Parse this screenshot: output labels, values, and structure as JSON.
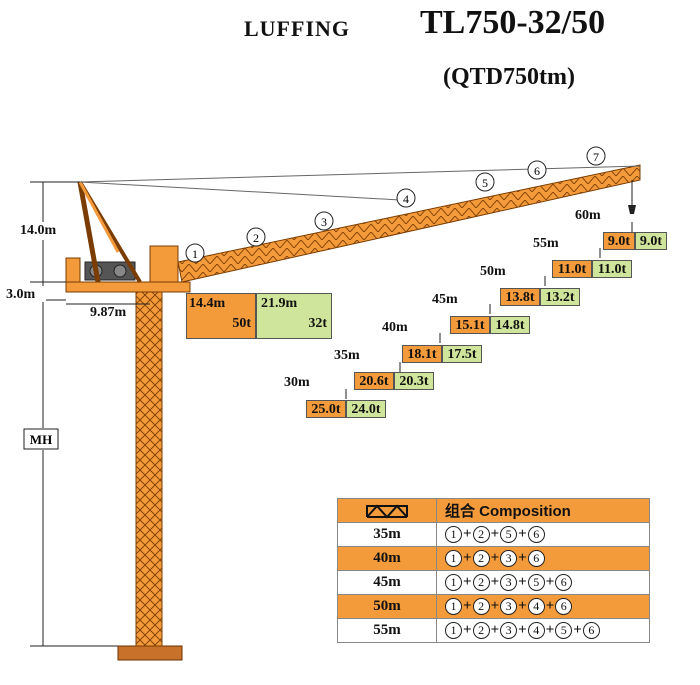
{
  "title": {
    "type": "LUFFING",
    "model": "TL750-32/50",
    "code": "(QTD750tm)"
  },
  "dimensions": {
    "top_height": "14.0m",
    "base_height": "3.0m",
    "counter_jib": "9.87m",
    "mast": "MH"
  },
  "jib_sections": [
    "1",
    "2",
    "3",
    "4",
    "5",
    "6",
    "7"
  ],
  "max_load": {
    "radius_a": "14.4m",
    "load_a": "50t",
    "radius_b": "21.9m",
    "load_b": "32t"
  },
  "load_chart": [
    {
      "radius": "60m",
      "load_a": "9.0t",
      "load_b": "9.0t"
    },
    {
      "radius": "55m",
      "load_a": "11.0t",
      "load_b": "11.0t"
    },
    {
      "radius": "50m",
      "load_a": "13.8t",
      "load_b": "13.2t"
    },
    {
      "radius": "45m",
      "load_a": "15.1t",
      "load_b": "14.8t"
    },
    {
      "radius": "40m",
      "load_a": "18.1t",
      "load_b": "17.5t"
    },
    {
      "radius": "35m",
      "load_a": "20.6t",
      "load_b": "20.3t"
    },
    {
      "radius": "30m",
      "load_a": "25.0t",
      "load_b": "24.0t"
    }
  ],
  "composition": {
    "header": "组合 Composition",
    "rows": [
      {
        "length": "35m",
        "sections": [
          "1",
          "2",
          "5",
          "6"
        ]
      },
      {
        "length": "40m",
        "sections": [
          "1",
          "2",
          "3",
          "6"
        ]
      },
      {
        "length": "45m",
        "sections": [
          "1",
          "2",
          "3",
          "5",
          "6"
        ]
      },
      {
        "length": "50m",
        "sections": [
          "1",
          "2",
          "3",
          "4",
          "6"
        ]
      },
      {
        "length": "55m",
        "sections": [
          "1",
          "2",
          "3",
          "4",
          "5",
          "6"
        ]
      }
    ]
  },
  "colors": {
    "crane": "#f39a3b",
    "load_a": "#f39a3b",
    "load_b": "#cfe59b",
    "table_highlight": "#f39a3b"
  }
}
